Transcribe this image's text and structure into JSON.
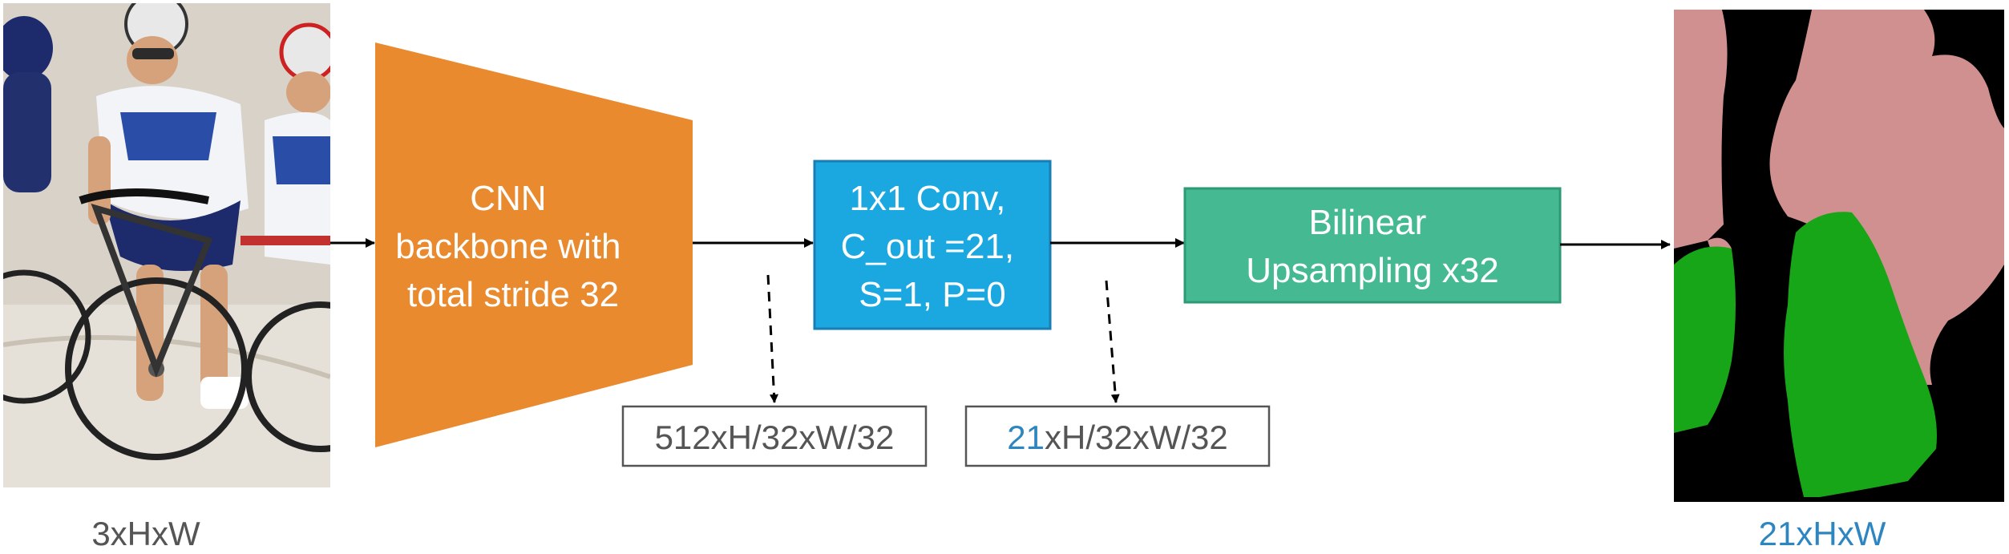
{
  "input": {
    "image_description": "Track cyclists racing on a velodrome",
    "shape_label": "3xHxW"
  },
  "backbone": {
    "lines": [
      "CNN",
      "backbone with",
      "total stride 32"
    ],
    "color": "#E98A2E"
  },
  "backbone_output": {
    "label": "512xH/32xW/32"
  },
  "conv": {
    "lines": [
      "1x1 Conv,",
      "C_out =21,",
      "S=1, P=0"
    ],
    "color": "#1BA8E0",
    "border": "#1A7DB3"
  },
  "conv_output": {
    "label_highlight": "21",
    "label_rest": "xH/32xW/32",
    "highlight_color": "#2E86C1"
  },
  "upsample": {
    "lines": [
      "Bilinear",
      "Upsampling x32"
    ],
    "color": "#45BA92",
    "border": "#2E9A75"
  },
  "output": {
    "shape_label": "21xHxW",
    "label_color": "#2E86C1",
    "mask_colors": {
      "background": "#000000",
      "person": "#D19090",
      "bicycle": "#17A617"
    }
  },
  "colors": {
    "arrow": "#000000",
    "text": "#555555",
    "box_text": "#ffffff"
  }
}
